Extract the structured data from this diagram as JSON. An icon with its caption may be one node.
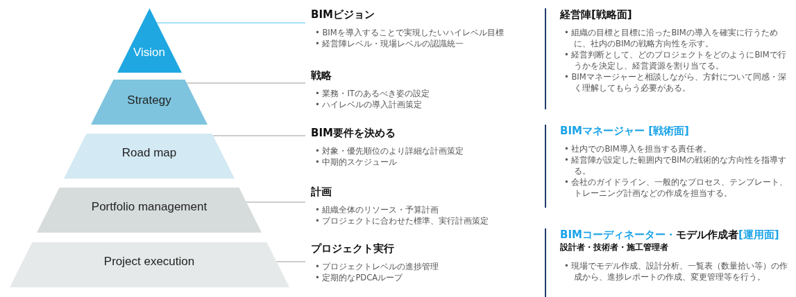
{
  "diagram": {
    "nodes": [
      {
        "text": [
          "Vision"
        ]
      },
      {
        "text": [
          "Strategy"
        ]
      },
      {
        "text": [
          "Road map"
        ]
      },
      {
        "text": [
          "Portfolio management"
        ]
      },
      {
        "text": [
          "Project execution"
        ]
      },
      {
        "text": [
          "BIMビジョン",
          "• BIMを導入することで実現したいハイレベル目標",
          "• 経営陣レベル・現場レベルの認識統一"
        ]
      },
      {
        "text": [
          "戦略",
          "• 業務・ITのあるべき姿の設定",
          "• ハイレベルの導入計画策定"
        ]
      },
      {
        "text": [
          "BIM要件を決める",
          "• 対象・優先順位のより詳細な計画策定",
          "• 中期的スケジュール"
        ]
      },
      {
        "text": [
          "計画",
          "• 組織全体のリソース・予算計画",
          "• プロジェクトに合わせた標準、実行計画策定"
        ]
      },
      {
        "text": [
          "プロジェクト実行",
          "• プロジェクトレベルの進捗管理",
          "• 定期的なPDCAループ"
        ]
      },
      {
        "text": [
          "経営陣[戦略面]",
          "• 組織の目標と目標に沿ったBIMの導入を確実に行うために、社内のBIMの戦略方向性を示す。",
          "• 経営判断として、どのプロジェクトをどのようにBIMで行うかを決定し、経営資源を割り当てる。",
          "• BIMマネージャーと相談しながら、方針について同感・深く理解してもらう必要がある。"
        ]
      },
      {
        "text": [
          "BIMマネージャー [戦術面]",
          "• 社内でのBIM導入を担当する責任者。",
          "• 経営陣が設定した範囲内でBIMの戦術的な方向性を指導する。",
          "• 会社のガイドライン、一般的なプロセス、テンプレート、トレーニング計画などの作成を担当する。"
        ]
      },
      {
        "text": [
          "BIMコーディネーター・",
          "モデル作成者",
          "[運用面]",
          "設計者・技術者・施工管理者",
          "• 現場でモデル作成、設計分析、一覧表（数量拾い等）の作成から、進捗レポートの作成、変更管理等を行う。"
        ]
      }
    ],
    "edges": [
      {
        "from": 0,
        "to": 5,
        "arrow": "none",
        "color": "#4fc3f7"
      },
      {
        "from": 1,
        "to": 6,
        "arrow": "none"
      },
      {
        "from": 2,
        "to": 7,
        "arrow": "none"
      },
      {
        "from": 3,
        "to": 8,
        "arrow": "none"
      },
      {
        "from": 4,
        "to": 9,
        "arrow": "none"
      }
    ]
  }
}
